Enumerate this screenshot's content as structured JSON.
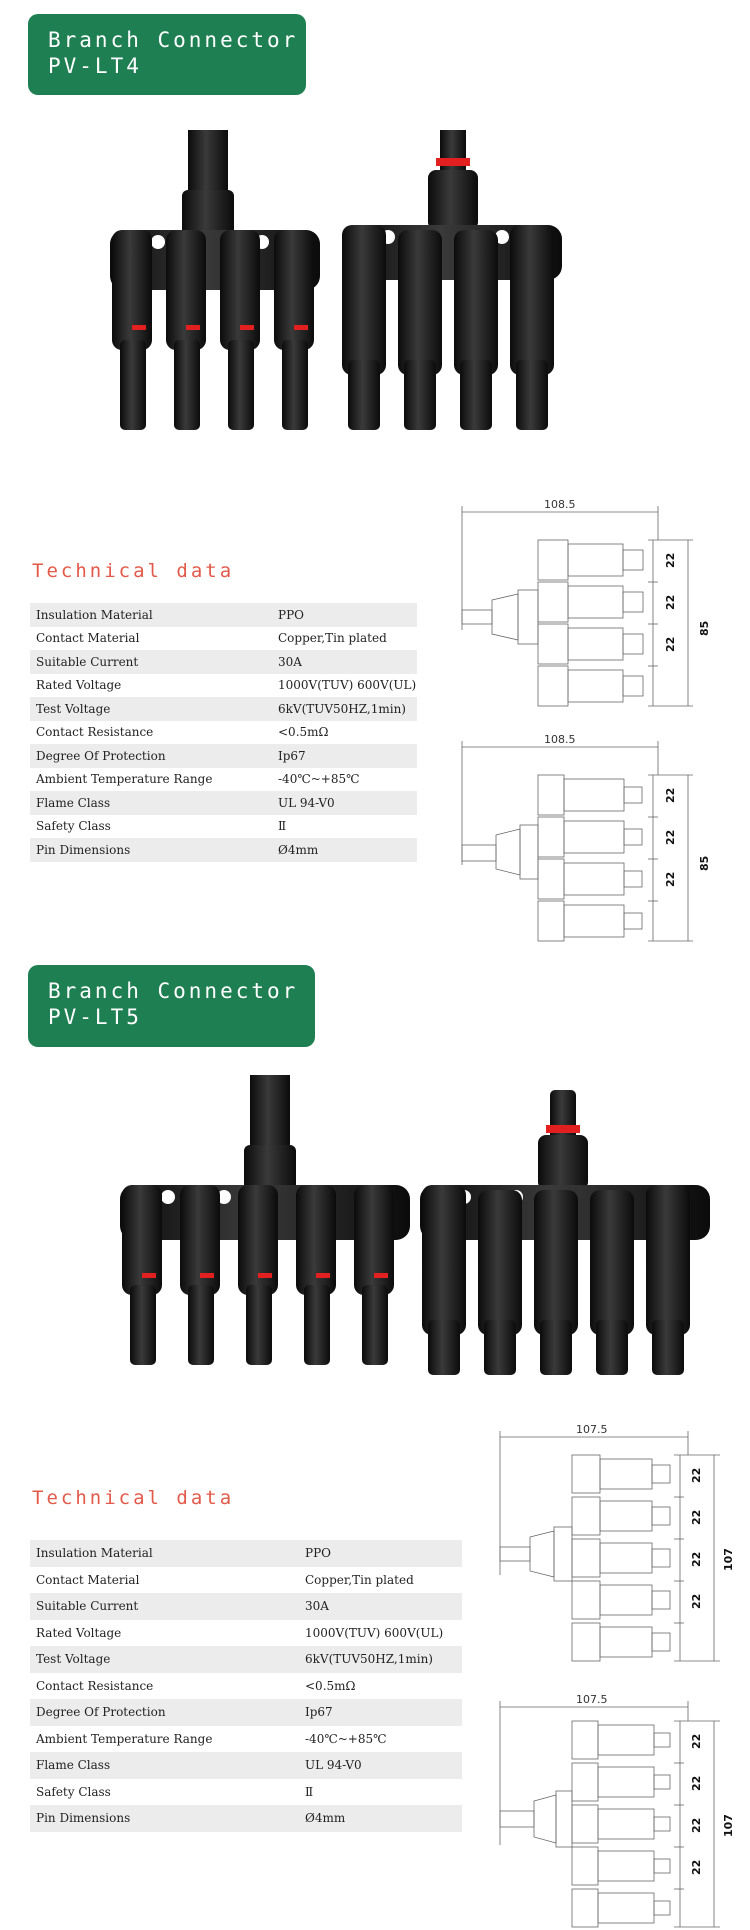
{
  "sections": [
    {
      "title_line1": "Branch Connector",
      "title_line2": "PV-LT4",
      "technical_heading": "Technical data",
      "specs": [
        {
          "label": "Insulation Material",
          "value": "PPO"
        },
        {
          "label": "Contact Material",
          "value": "Copper,Tin plated"
        },
        {
          "label": "Suitable Current",
          "value": "30A"
        },
        {
          "label": "Rated Voltage",
          "value": "1000V(TUV) 600V(UL)"
        },
        {
          "label": "Test Voltage",
          "value": "6kV(TUV50HZ,1min)"
        },
        {
          "label": "Contact Resistance",
          "value": "<0.5mΩ"
        },
        {
          "label": "Degree Of Protection",
          "value": "Ip67"
        },
        {
          "label": "Ambient Temperature Range",
          "value": "-40℃~+85℃"
        },
        {
          "label": "Flame Class",
          "value": "UL 94-V0"
        },
        {
          "label": "Safety Class",
          "value": "Ⅱ"
        },
        {
          "label": "Pin Dimensions",
          "value": "Ø4mm"
        }
      ],
      "drawing_width": "108.5",
      "drawing_height": "85",
      "drawing_pitch": "22"
    },
    {
      "title_line1": "Branch Connector",
      "title_line2": "PV-LT5",
      "technical_heading": "Technical data",
      "specs": [
        {
          "label": "Insulation Material",
          "value": "PPO"
        },
        {
          "label": "Contact Material",
          "value": "Copper,Tin plated"
        },
        {
          "label": "Suitable Current",
          "value": "30A"
        },
        {
          "label": "Rated Voltage",
          "value": "1000V(TUV) 600V(UL)"
        },
        {
          "label": "Test Voltage",
          "value": "6kV(TUV50HZ,1min)"
        },
        {
          "label": "Contact Resistance",
          "value": "<0.5mΩ"
        },
        {
          "label": "Degree Of Protection",
          "value": "Ip67"
        },
        {
          "label": "Ambient Temperature Range",
          "value": "-40℃~+85℃"
        },
        {
          "label": "Flame Class",
          "value": "UL 94-V0"
        },
        {
          "label": "Safety Class",
          "value": "Ⅱ"
        },
        {
          "label": "Pin Dimensions",
          "value": "Ø4mm"
        }
      ],
      "drawing_width": "107.5",
      "drawing_height": "107",
      "drawing_pitch": "22"
    }
  ],
  "colors": {
    "badge": "#1e7f52",
    "heading": "#e35a4a",
    "row_shade": "#ececec",
    "connector": "#151515"
  }
}
